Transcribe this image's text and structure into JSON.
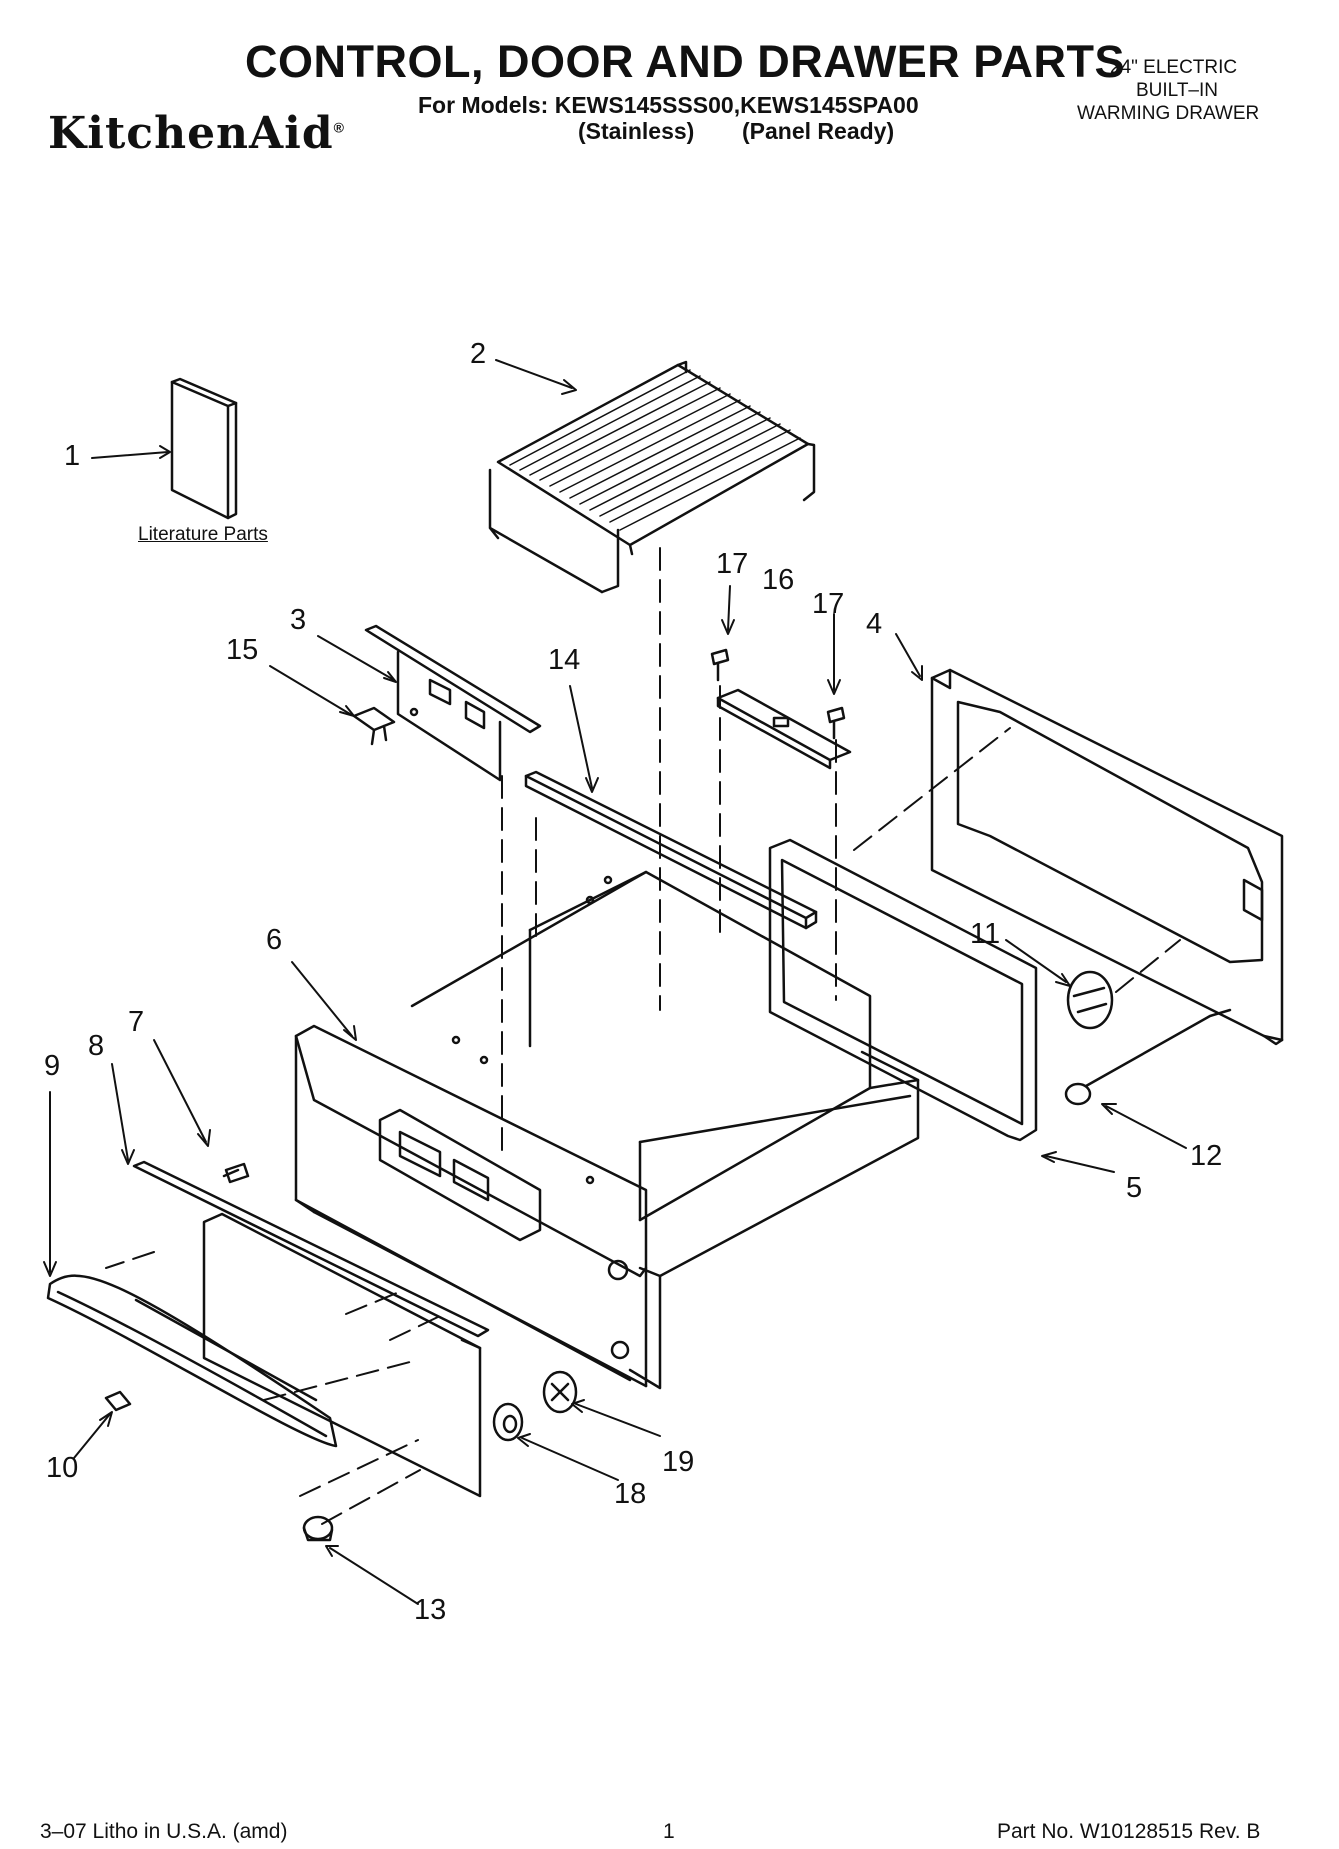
{
  "header": {
    "title": "CONTROL, DOOR AND DRAWER PARTS",
    "models": "For Models: KEWS145SSS00,KEWS145SPA00",
    "variant_1": "(Stainless)",
    "variant_2": "(Panel Ready)",
    "brand": "KitchenAid",
    "product_line_1": "24\" ELECTRIC",
    "product_line_2": "BUILT–IN",
    "product_line_3": "WARMING DRAWER"
  },
  "diagram": {
    "literature_label": "Literature Parts",
    "callouts": [
      "1",
      "2",
      "3",
      "4",
      "5",
      "6",
      "7",
      "8",
      "9",
      "10",
      "11",
      "12",
      "13",
      "14",
      "15",
      "16",
      "17",
      "17",
      "18",
      "19"
    ]
  },
  "footer": {
    "litho": "3–07 Litho in U.S.A. (amd)",
    "page": "1",
    "part_no": "Part No. W10128515 Rev. B"
  }
}
